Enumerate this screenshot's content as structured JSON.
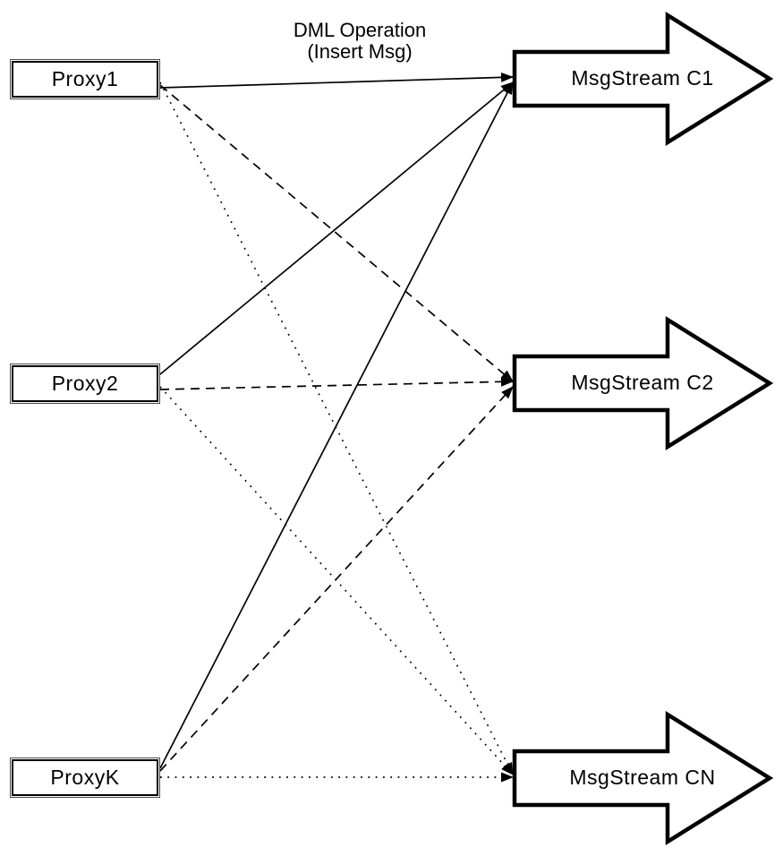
{
  "diagram": {
    "title_line1": "DML Operation",
    "title_line2": "(Insert Msg)"
  },
  "nodes": {
    "proxies": [
      {
        "id": "proxy1",
        "label": "Proxy1"
      },
      {
        "id": "proxy2",
        "label": "Proxy2"
      },
      {
        "id": "proxyk",
        "label": "ProxyK"
      }
    ],
    "streams": [
      {
        "id": "c1",
        "label": "MsgStream C1"
      },
      {
        "id": "c2",
        "label": "MsgStream C2"
      },
      {
        "id": "cn",
        "label": "MsgStream CN"
      }
    ]
  },
  "edges": [
    {
      "from": "proxy1",
      "to": "c1",
      "style": "solid"
    },
    {
      "from": "proxy1",
      "to": "c2",
      "style": "dashed"
    },
    {
      "from": "proxy1",
      "to": "cn",
      "style": "dotted"
    },
    {
      "from": "proxy2",
      "to": "c1",
      "style": "solid"
    },
    {
      "from": "proxy2",
      "to": "c2",
      "style": "dashed"
    },
    {
      "from": "proxy2",
      "to": "cn",
      "style": "dotted"
    },
    {
      "from": "proxyk",
      "to": "c1",
      "style": "solid"
    },
    {
      "from": "proxyk",
      "to": "c2",
      "style": "dashed"
    },
    {
      "from": "proxyk",
      "to": "cn",
      "style": "dotted"
    }
  ],
  "colors": {
    "ink": "#000000",
    "paper": "#ffffff"
  }
}
